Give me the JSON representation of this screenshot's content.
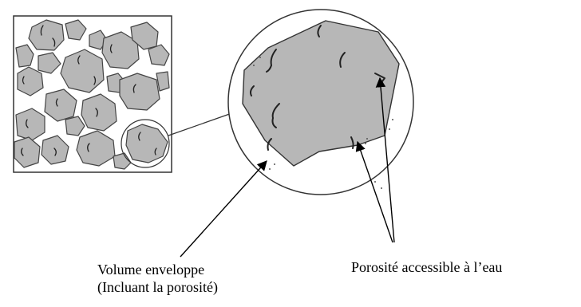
{
  "labels": {
    "volume_line1": "Volume enveloppe",
    "volume_line2": "(Incluant la porosité)",
    "porosity": "Porosité accessible à l’eau"
  },
  "colors": {
    "grain_fill": "#b7b7b7",
    "grain_stroke": "#444444",
    "outline": "#333333",
    "background": "#ffffff"
  }
}
